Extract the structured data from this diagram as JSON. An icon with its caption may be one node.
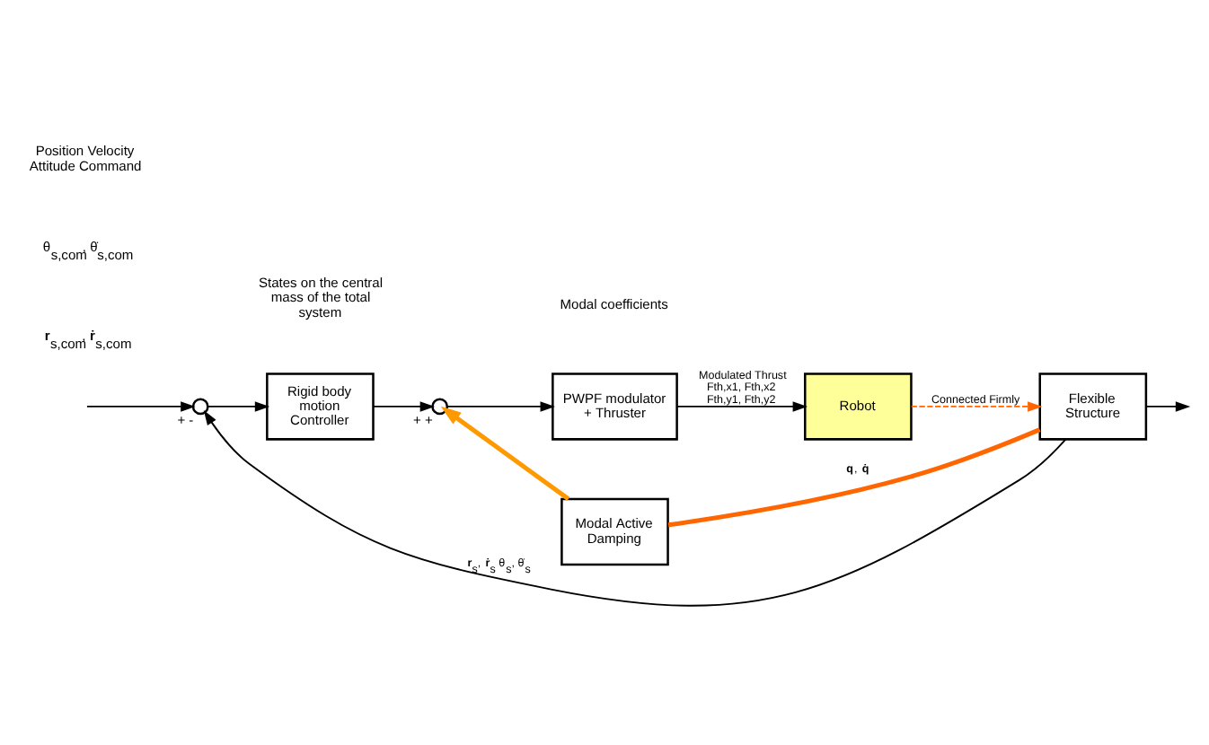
{
  "diagram": {
    "nodes": [
      {
        "text": [],
        "shape": "circle",
        "beside": [
          "+",
          "-"
        ]
      },
      {
        "text": [
          "Rigid body motion Controller"
        ]
      },
      {
        "text": [],
        "shape": "circle",
        "beside": [
          "+",
          "+"
        ]
      },
      {
        "text": [
          "PWPF modulator + Thruster"
        ]
      },
      {
        "text": [
          "Robot"
        ]
      },
      {
        "text": [
          "Flexible Structure"
        ]
      },
      {
        "text": [
          "Modal Active Damping"
        ]
      }
    ],
    "edges": [
      {
        "from": null,
        "to": 0,
        "arrow": "to"
      },
      {
        "from": 0,
        "to": 1,
        "arrow": "to"
      },
      {
        "from": 1,
        "to": 2,
        "arrow": "to"
      },
      {
        "from": 2,
        "to": 3,
        "arrow": "to"
      },
      {
        "from": 3,
        "to": 4,
        "arrow": "to",
        "label": "Modulated Thrust Fth,x1, Fth,x2 Fth,y1, Fth,y2"
      },
      {
        "from": 4,
        "to": 5,
        "arrow": "to",
        "label": "Connected Firmly",
        "style": "dashed",
        "color": "#ff6600"
      },
      {
        "from": 5,
        "to": null,
        "arrow": "to"
      },
      {
        "from": 5,
        "to": 6,
        "arrow": "none",
        "label": "**q**, **q̇**",
        "style": "thick",
        "color": "#ff6600"
      },
      {
        "from": 6,
        "to": 2,
        "arrow": "to",
        "style": "thick",
        "color": "#ff9900"
      },
      {
        "from": 5,
        "to": 0,
        "arrow": "to",
        "label": "**r**$_{s}$, **ṙ**$_{s}$ θ$_{s}$, θ̇$_{s}$",
        "color": "#000000"
      }
    ],
    "labels": [
      "**r**$_{s,com}$, **ṙ**$_{s,com}$",
      "θ$_{s,com}$, θ̇$_{s,com}$",
      "Position Velocity Attitude Command",
      "Modal coefficients",
      "States on the central mass of the total system"
    ]
  }
}
